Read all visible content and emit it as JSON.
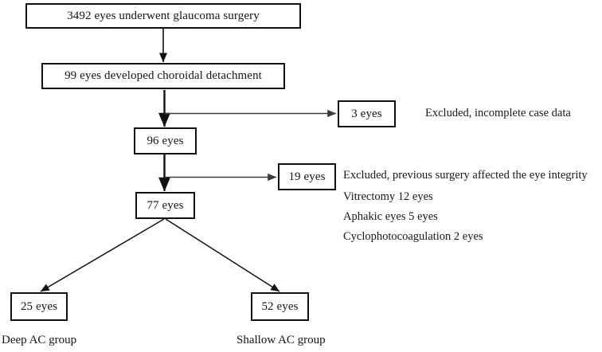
{
  "figure": {
    "type": "flowchart",
    "orientation": "top-down",
    "background_color": "#ffffff",
    "line_color": "#111111",
    "text_color": "#151515"
  },
  "nodes": {
    "total_surgery": {
      "label": "3492 eyes underwent glaucoma surgery",
      "count": 3492
    },
    "choroidal_detachment": {
      "label": "99 eyes developed choroidal detachment",
      "count": 99
    },
    "excluded_incomplete": {
      "label": "3 eyes",
      "count": 3
    },
    "after_incomplete": {
      "label": "96 eyes",
      "count": 96
    },
    "excluded_prior_surgery": {
      "label": "19 eyes",
      "count": 19
    },
    "analysed": {
      "label": "77 eyes",
      "count": 77
    },
    "deep_ac": {
      "label": "25 eyes",
      "count": 25
    },
    "shallow_ac": {
      "label": "52 eyes",
      "count": 52
    }
  },
  "annotations": {
    "incomplete_reason": "Excluded, incomplete case data",
    "prior_surgery_reason": "Excluded, previous surgery affected the eye integrity",
    "prior_surgery_breakdown": [
      "Vitrectomy 12 eyes",
      "Aphakic eyes 5 eyes",
      "Cyclophotocoagulation 2 eyes"
    ]
  },
  "captions": {
    "left_group": "Deep AC group",
    "right_group": "Shallow AC group"
  }
}
